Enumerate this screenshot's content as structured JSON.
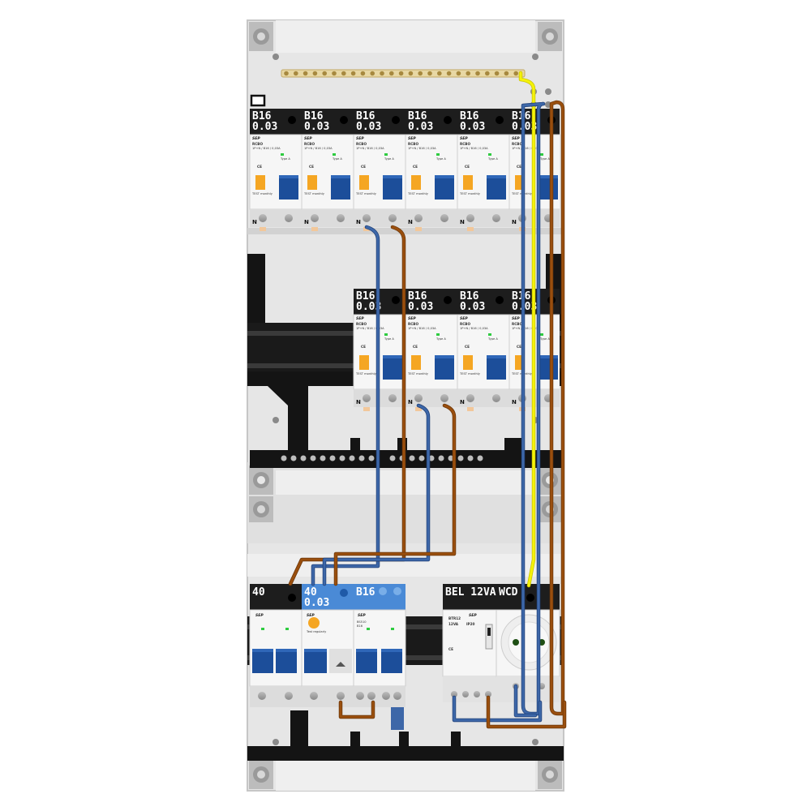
{
  "row1": [
    {
      "rating": "B16",
      "sens": "0.03",
      "model": "RCBO",
      "spec": "1P+N / B16 / 0,03A"
    },
    {
      "rating": "B16",
      "sens": "0.03",
      "model": "RCBO",
      "spec": "1P+N / B16 / 0,03A"
    },
    {
      "rating": "B16",
      "sens": "0.03",
      "model": "RCBO",
      "spec": "1P+N / B16 / 0,03A"
    },
    {
      "rating": "B16",
      "sens": "0.03",
      "model": "RCBO",
      "spec": "1P+N / B16 / 0,03A"
    },
    {
      "rating": "B16",
      "sens": "0.03",
      "model": "RCBO",
      "spec": "1P+N / B16 / 0,03A"
    },
    {
      "rating": "B16",
      "sens": "0.03",
      "model": "RCBO",
      "spec": "1P+N / B16 / 0,03A"
    }
  ],
  "row2": [
    {
      "rating": "B16",
      "sens": "0.03",
      "model": "RCBO",
      "spec": "1P+N / B16 / 0,03A"
    },
    {
      "rating": "B16",
      "sens": "0.03",
      "model": "RCBO",
      "spec": "1P+N / B16 / 0,03A"
    },
    {
      "rating": "B16",
      "sens": "0.03",
      "model": "RCBO",
      "spec": "1P+N / B16 / 0,03A"
    },
    {
      "rating": "B16",
      "sens": "0.03",
      "model": "RCBO",
      "spec": "1P+N / B16 / 0,03A"
    }
  ],
  "row3": {
    "main_switch": {
      "label": "40"
    },
    "rcd": {
      "rating": "40",
      "sens": "0.03",
      "test": "Test regularly"
    },
    "mcb": {
      "label": "B16",
      "model": "BS510",
      "sub": "B16"
    },
    "bell": {
      "label": "BEL 12VA",
      "model": "BTR12",
      "volt": "12VA",
      "ip": "IP20"
    },
    "socket": {
      "label": "WCD"
    }
  },
  "device_text": {
    "brand": "SEP",
    "test_note": "TEST monthly",
    "type_a": "Type A",
    "n_mark": "N",
    "ce": "CE"
  },
  "colors": {
    "enclosure": "#e6e6e6",
    "din_rail": "#1a1a1a",
    "handle_blue": "#1c4e9a",
    "test_orange": "#f5a623",
    "wire_blue": "#3d67a8",
    "wire_brown": "#9a4f0e",
    "wire_yellow": "#f5f20a",
    "header_black": "#1d1d1d",
    "header_blue": "#4a8ad6"
  }
}
